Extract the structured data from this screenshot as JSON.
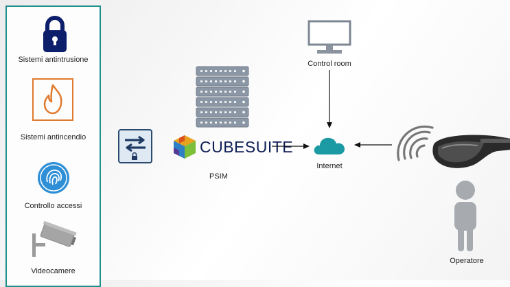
{
  "systems": {
    "intrusion": "Sistemi antintrusione",
    "fire": "Sistemi antincendio",
    "access": "Controllo accessi",
    "cameras": "Videocamere"
  },
  "psim": {
    "brand": "CUBESUITE",
    "label": "PSIM"
  },
  "control_room": "Control room",
  "internet": "Internet",
  "operator": "Operatore",
  "colors": {
    "panel_border": "#1f8f8b",
    "navy": "#0d1e6b",
    "fire_orange": "#e07a2e",
    "access_blue": "#2e8fd6",
    "cloud_teal": "#1b9aa3",
    "server_gray": "#8c97a6",
    "operator_gray": "#a7abb0"
  }
}
